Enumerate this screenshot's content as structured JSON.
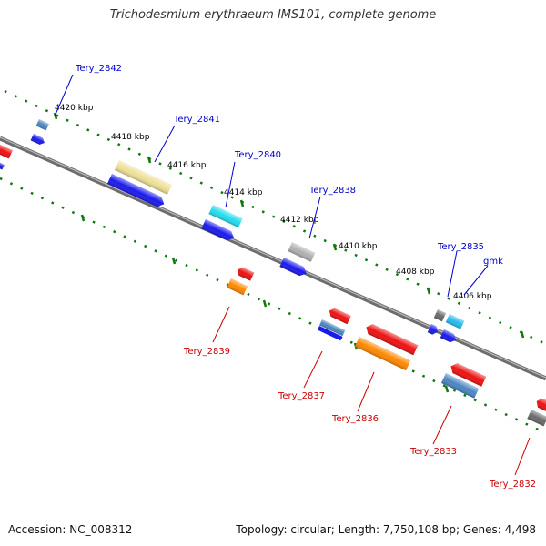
{
  "title": "Trichodesmium erythraeum IMS101, complete genome",
  "footer": {
    "accession": "Accession: NC_008312",
    "topology": "Topology: circular; Length: 7,750,108 bp; Genes: 4,498"
  },
  "colors": {
    "backbone": "#888888",
    "tick": "#117711",
    "forward_label": "#0000cc",
    "reverse_label": "#cc0000",
    "blue": "#1a1aee",
    "cyan": "#22ddee",
    "khaki": "#eee095",
    "gray": "#b0b0b0",
    "dark_gray": "#6a6a6a",
    "steel": "#4a86c0",
    "red": "#ee1111",
    "orange": "#ff8800"
  },
  "kbp_labels": [
    "4420 kbp",
    "4418 kbp",
    "4416 kbp",
    "4414 kbp",
    "4412 kbp",
    "4410 kbp",
    "4408 kbp",
    "4406 kbp"
  ],
  "forward_genes": [
    "Tery_2842",
    "Tery_2841",
    "Tery_2840",
    "Tery_2838",
    "Tery_2835",
    "gmk"
  ],
  "reverse_genes": [
    "Tery_2839",
    "Tery_2837",
    "Tery_2836",
    "Tery_2833",
    "Tery_2832"
  ]
}
